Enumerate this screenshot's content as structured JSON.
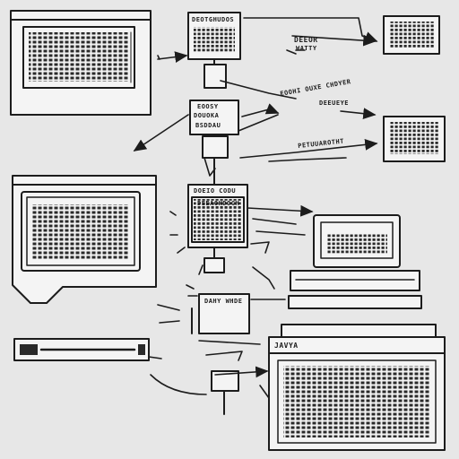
{
  "labels": {
    "box_top_center": "DEOTGHUDOS",
    "deeor_line1": "DEEOR",
    "deeor_line2": "WATTY",
    "center_box_1": "EOOSY",
    "center_box_2": "DOUOKA",
    "center_box_3": "BSDDAU",
    "arrow_text_mid": "EOOHI OUXE CHDYER",
    "arrow_text_right": "DEEUEYE",
    "arrow_text_lower": "PETUUAROTHT",
    "center_screen_title": "DOEIO CODU",
    "center_screen_sub": "DEEAOHDOCH",
    "center_lower_box": "DAHY WHDE",
    "java_title": "JAVYA"
  },
  "colors": {
    "ink": "#1c1c1c",
    "paper": "#e7e7e7",
    "panel": "#f4f4f4"
  }
}
